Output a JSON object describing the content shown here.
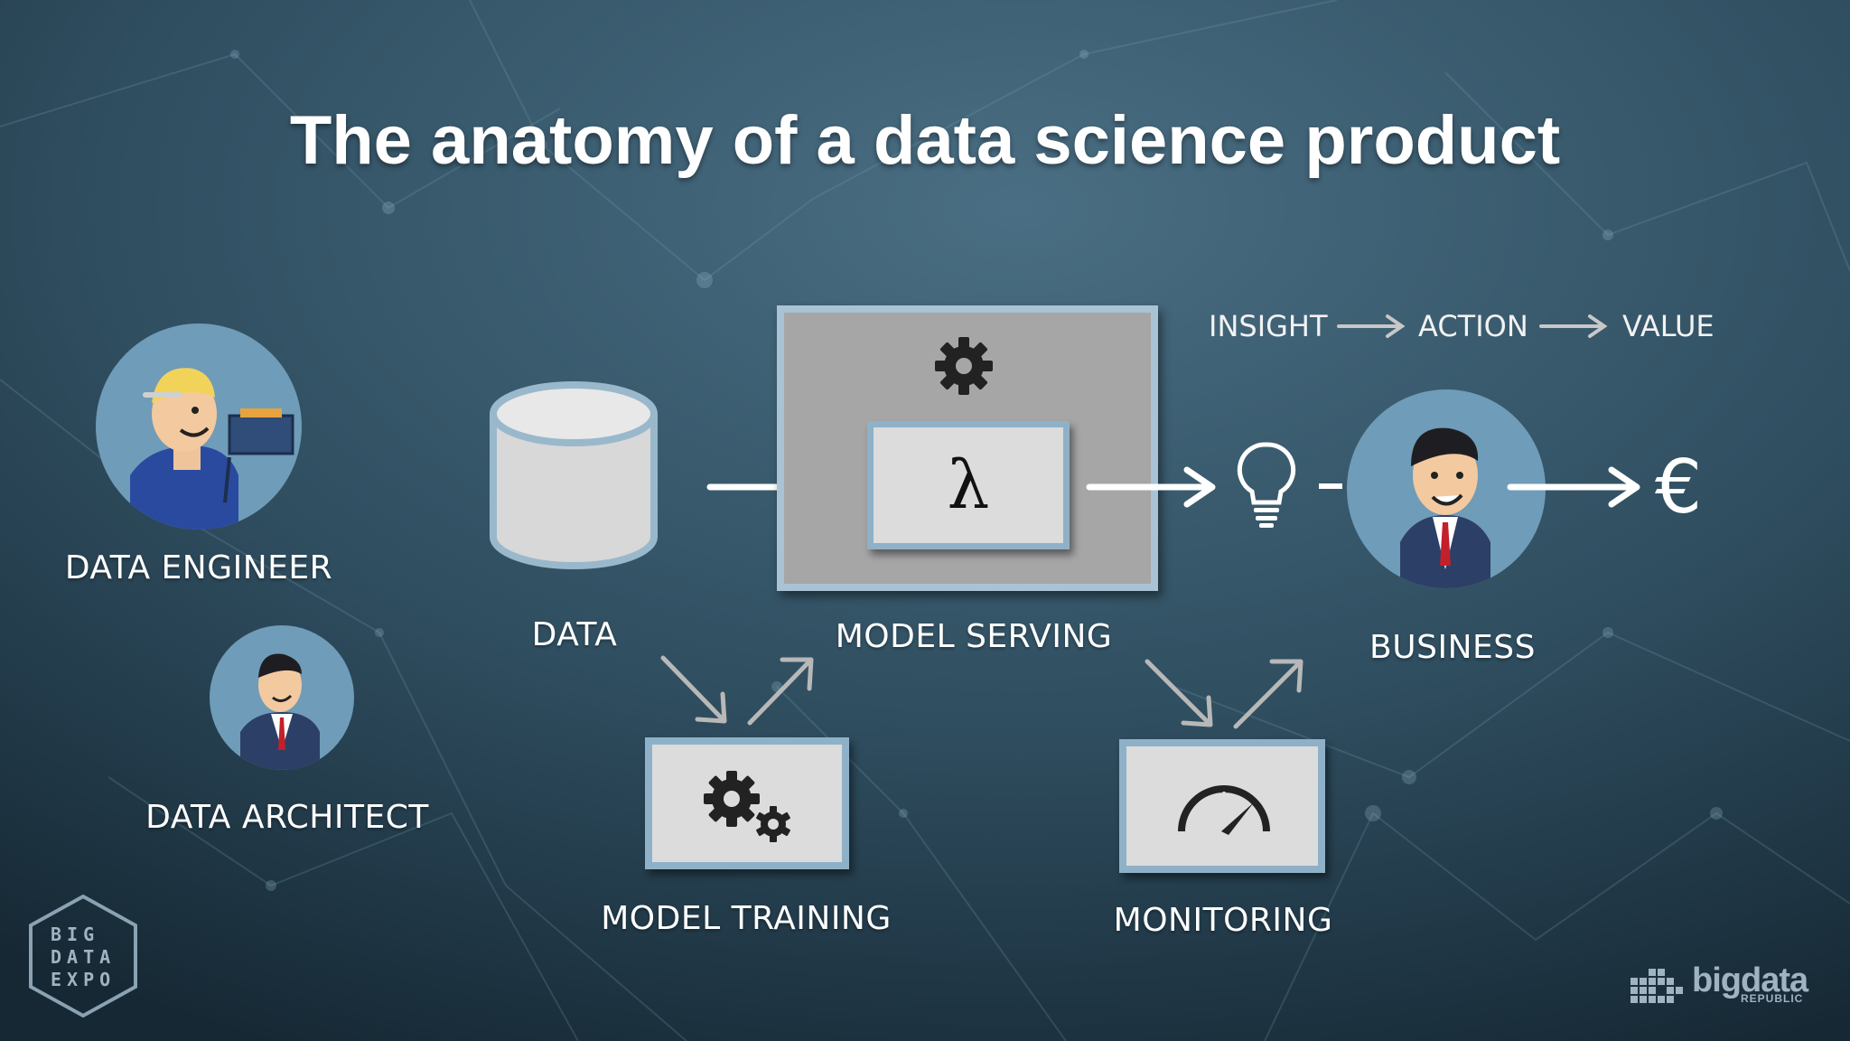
{
  "title": "The anatomy of a data science product",
  "roles": {
    "data_engineer": "DATA ENGINEER",
    "data_architect": "DATA ARCHITECT",
    "business": "BUSINESS"
  },
  "nodes": {
    "data": "DATA",
    "model_serving": "MODEL SERVING",
    "model_training": "MODEL TRAINING",
    "monitoring": "MONITORING",
    "lambda_symbol": "λ",
    "currency_symbol": "€"
  },
  "value_chain": {
    "insight": "INSIGHT",
    "action": "ACTION",
    "value": "VALUE"
  },
  "logos": {
    "expo": "BIG DATA EXPO",
    "expo_lines": [
      "BIG",
      "DATA",
      "EXPO"
    ],
    "bigdata_republic": "bigdata",
    "bigdata_republic_sub": "REPUBLIC"
  },
  "icons": [
    "database-icon",
    "gear-icon",
    "gears-icon",
    "gauge-icon",
    "lightbulb-icon",
    "arrow-icon"
  ],
  "colors": {
    "background_dark": "#1d3340",
    "background_light": "#3f6275",
    "box_border": "#8fb1c8",
    "box_fill": "#dcdcdc",
    "serving_fill": "#a6a6a6",
    "avatar_circle": "#6f9cb8"
  }
}
